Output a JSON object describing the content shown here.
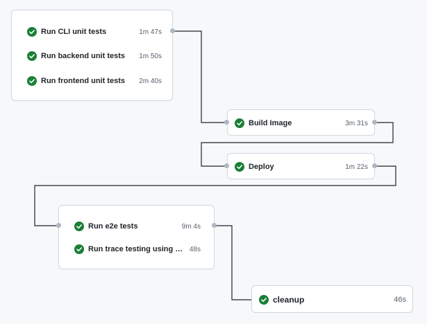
{
  "workflow": {
    "groups": [
      {
        "jobs": [
          {
            "name": "Run CLI unit tests",
            "duration": "1m 47s",
            "status": "success"
          },
          {
            "name": "Run backend unit tests",
            "duration": "1m 50s",
            "status": "success"
          },
          {
            "name": "Run frontend unit tests",
            "duration": "2m 40s",
            "status": "success"
          }
        ]
      },
      {
        "jobs": [
          {
            "name": "Build Image",
            "duration": "3m 31s",
            "status": "success"
          }
        ]
      },
      {
        "jobs": [
          {
            "name": "Deploy",
            "duration": "1m 22s",
            "status": "success"
          }
        ]
      },
      {
        "jobs": [
          {
            "name": "Run e2e tests",
            "duration": "9m 4s",
            "status": "success"
          },
          {
            "name": "Run trace testing using tr...",
            "duration": "48s",
            "status": "success"
          }
        ]
      },
      {
        "jobs": [
          {
            "name": "cleanup",
            "duration": "46s",
            "status": "success"
          }
        ]
      }
    ]
  },
  "icons": {
    "success": "check-circle-fill-icon"
  },
  "colors": {
    "success": "#1a7f37",
    "connector": "#1f2328",
    "port": "#afb8c1",
    "card_border": "#d0d7de",
    "background": "#f6f8fa"
  }
}
